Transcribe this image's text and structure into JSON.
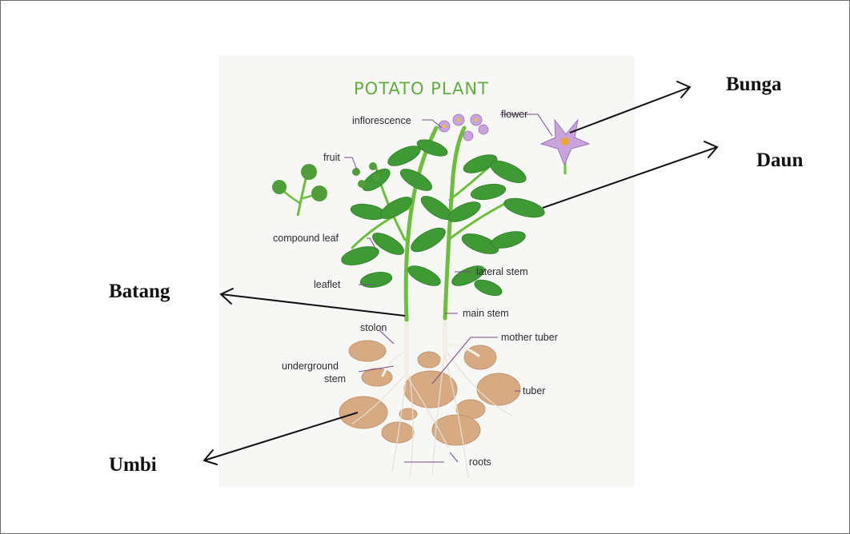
{
  "illustration": {
    "title": "POTATO PLANT",
    "labels": {
      "inflorescence": "inflorescence",
      "flower": "flower",
      "fruit": "fruit",
      "compound_leaf": "compound leaf",
      "lateral_stem": "lateral stem",
      "leaflet": "leaflet",
      "main_stem": "main stem",
      "stolon": "stolon",
      "mother_tuber": "mother tuber",
      "underground_stem_line1": "underground",
      "underground_stem_line2": "stem",
      "tuber": "tuber",
      "roots": "roots"
    }
  },
  "annotations": {
    "bunga": "Bunga",
    "daun": "Daun",
    "batang": "Batang",
    "umbi": "Umbi"
  },
  "colors": {
    "title_green": "#5fae3e",
    "leaf_green": "#3f9a35",
    "stem_green": "#6cbf3a",
    "tuber_brown": "#d6aa82",
    "flower_purple": "#c9a4dc"
  }
}
